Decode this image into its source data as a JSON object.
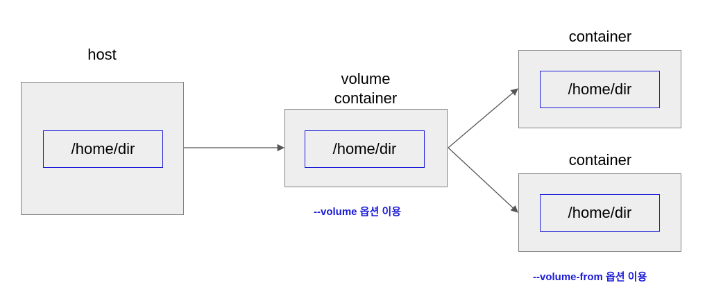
{
  "nodes": {
    "host": {
      "title": "host",
      "path": "/home/dir"
    },
    "volume_container": {
      "title_line1": "volume",
      "title_line2": "container",
      "path": "/home/dir"
    },
    "container_top": {
      "title": "container",
      "path": "/home/dir"
    },
    "container_bottom": {
      "title": "container",
      "path": "/home/dir"
    }
  },
  "notes": {
    "volume_option": "--volume 옵션 이용",
    "volume_from_option": "--volume-from 옵션 이용"
  },
  "colors": {
    "box_fill": "#eeeeee",
    "box_border": "#7f7f7f",
    "inner_border": "#1a1adb",
    "note_text": "#1a1ad6",
    "arrow": "#555555"
  }
}
